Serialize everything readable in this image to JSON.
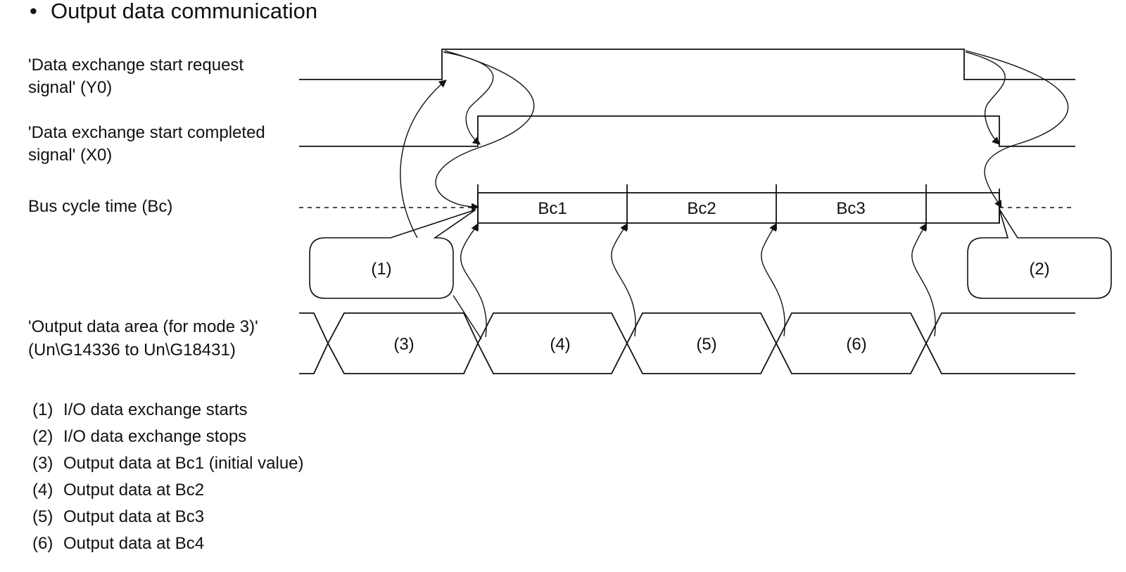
{
  "title": "Output data communication",
  "signals": {
    "y0": {
      "line1": "'Data exchange start request",
      "line2": "signal' (Y0)"
    },
    "x0": {
      "line1": "'Data exchange start completed",
      "line2": "signal' (X0)"
    },
    "bc": {
      "line1": "Bus cycle time (Bc)"
    },
    "output": {
      "line1": "'Output data area (for mode 3)'",
      "line2": "(Un\\G14336 to Un\\G18431)"
    }
  },
  "bus_cycles": [
    "Bc1",
    "Bc2",
    "Bc3"
  ],
  "callouts": [
    "(1)",
    "(2)"
  ],
  "data_slots": [
    "(3)",
    "(4)",
    "(5)",
    "(6)"
  ],
  "legend": [
    {
      "num": "(1)",
      "text": "I/O data exchange starts"
    },
    {
      "num": "(2)",
      "text": "I/O data exchange stops"
    },
    {
      "num": "(3)",
      "text": "Output data at Bc1 (initial value)"
    },
    {
      "num": "(4)",
      "text": "Output data at Bc2"
    },
    {
      "num": "(5)",
      "text": "Output data at Bc3"
    },
    {
      "num": "(6)",
      "text": "Output data at Bc4"
    }
  ]
}
